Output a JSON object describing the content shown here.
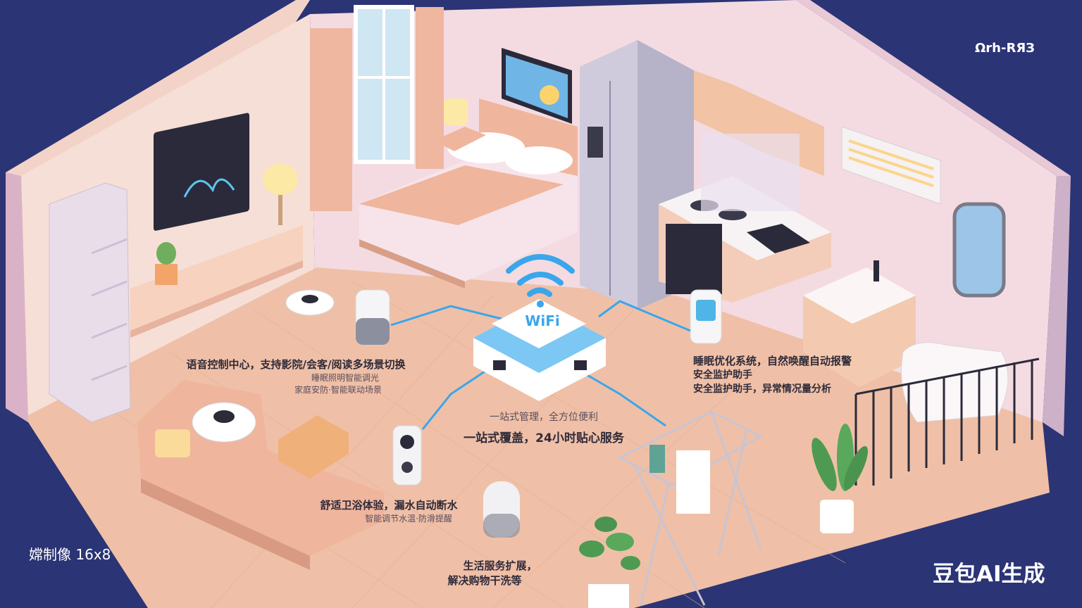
{
  "watermark_top": "Ωrh-RЯЗ",
  "corner_label": "嫦制像 16x8",
  "brand": "豆包AI生成",
  "hub": {
    "label": "WiFi"
  },
  "labels": {
    "living_main": "语音控制中心，支持影院/会客/阅读多场景切换",
    "living_sub1": "睡眠照明智能调光",
    "living_sub2": "家庭安防·智能联动场景",
    "center_main1": "一站式管理，全方位便利",
    "center_main2": "一站式覆盖，24小时贴心服务",
    "bedroom_main": "睡眠优化系统，自然唤醒自动报警",
    "bedroom_sub1": "安全监护助手",
    "bedroom_sub2": "安全监护助手，异常情况量分析",
    "bath_main": "舒适卫浴体验，漏水自动断水",
    "bath_sub": "智能调节水温·防滑提醒",
    "service_main": "生活服务扩展，",
    "service_sub": "解决购物干洗等"
  },
  "colors": {
    "background": "#2a3373",
    "wall_left": "#f6dfd6",
    "wall_back": "#f3dbe3",
    "floor": "#efbfa5",
    "wifi_blue": "#3aa6ec",
    "accent_peach": "#f0a889"
  }
}
